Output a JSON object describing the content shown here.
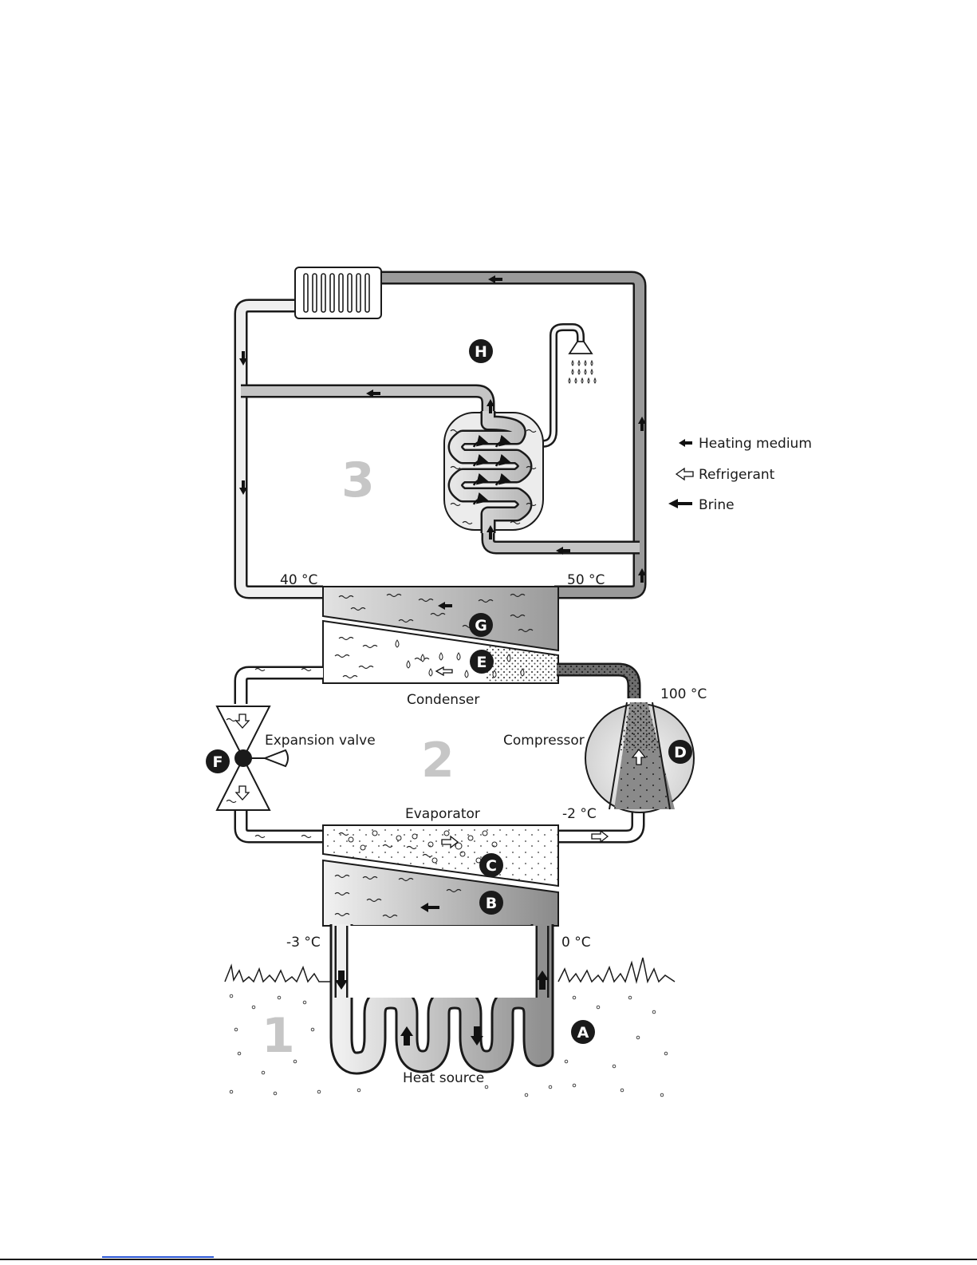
{
  "labels": {
    "condenser": "Condenser",
    "evaporator": "Evaporator",
    "expansion_valve": "Expansion valve",
    "compressor": "Compressor",
    "heat_source": "Heat source"
  },
  "temperatures": {
    "t40": "40 °C",
    "t50": "50 °C",
    "t100": "100 °C",
    "tminus2": "-2 °C",
    "tminus3": "-3 °C",
    "t0": "0 °C"
  },
  "zones": {
    "z1": "1",
    "z2": "2",
    "z3": "3"
  },
  "badges": {
    "a": "A",
    "b": "B",
    "c": "C",
    "d": "D",
    "e": "E",
    "f": "F",
    "g": "G",
    "h": "H"
  },
  "legend": {
    "heating_medium": "Heating medium",
    "refrigerant": "Refrigerant",
    "brine": "Brine"
  },
  "colors": {
    "pipe_light": "#efefef",
    "pipe_mid": "#c8c8c8",
    "pipe_dark": "#8e8e8e",
    "outline": "#1a1a1a",
    "badge": "#1a1a1a",
    "zone_number": "#c6c6c6"
  }
}
